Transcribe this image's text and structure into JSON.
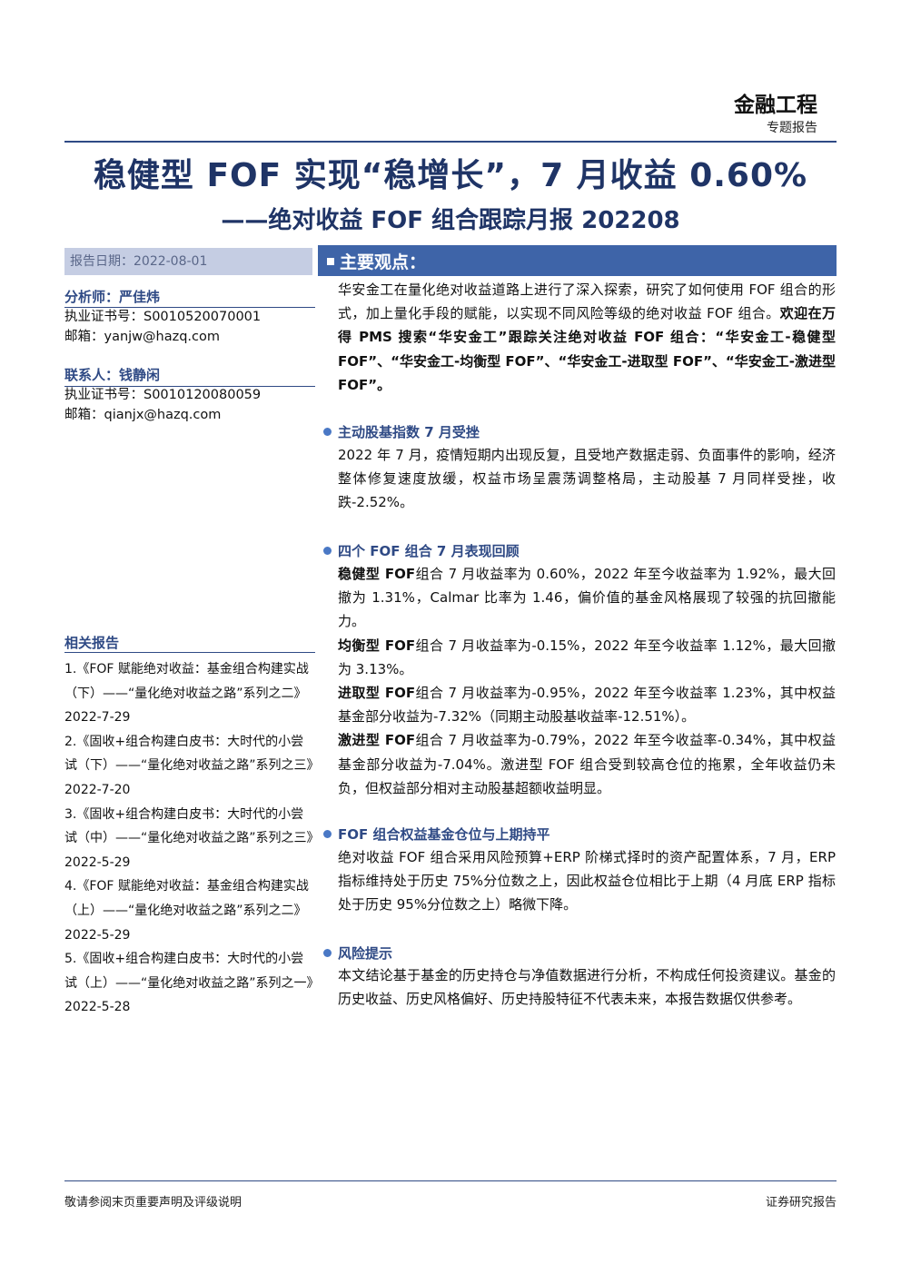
{
  "header": {
    "category": "金融工程",
    "report_type": "专题报告"
  },
  "title": "稳健型 FOF 实现“稳增长”，7 月收益 0.60%",
  "subtitle": "——绝对收益 FOF 组合跟踪月报 202208",
  "sidebar": {
    "date": "报告日期：2022-08-01",
    "analyst": {
      "label": "分析师：严佳炜",
      "license": "执业证书号：S0010520070001",
      "email": "邮箱：yanjw@hazq.com"
    },
    "contact": {
      "label": "联系人：钱静闲",
      "license": "执业证书号：S0010120080059",
      "email": "邮箱：qianjx@hazq.com"
    },
    "related_title": "相关报告",
    "related": [
      "1.《FOF 赋能绝对收益：基金组合构建实战（下）——“量化绝对收益之路”系列之二》2022-7-29",
      "2.《固收+组合构建白皮书：大时代的小尝试（下）——“量化绝对收益之路”系列之三》2022-7-20",
      "3.《固收+组合构建白皮书：大时代的小尝试（中）——“量化绝对收益之路”系列之三》2022-5-29",
      "4.《FOF 赋能绝对收益：基金组合构建实战（上）——“量化绝对收益之路”系列之二》2022-5-29",
      "5.《固收+组合构建白皮书：大时代的小尝试（上）——“量化绝对收益之路”系列之一》2022-5-28"
    ]
  },
  "main": {
    "heading": "主要观点：",
    "intro_plain": "华安金工在量化绝对收益道路上进行了深入探索，研究了如何使用 FOF 组合的形式，加上量化手段的赋能，以实现不同风险等级的绝对收益 FOF 组合。",
    "intro_bold": "欢迎在万得 PMS 搜索“华安金工”跟踪关注绝对收益 FOF 组合：“华安金工-稳健型 FOF”、“华安金工-均衡型 FOF”、“华安金工-进取型 FOF”、“华安金工-激进型 FOF”。",
    "sec1": {
      "title": "主动股基指数 7 月受挫",
      "body": "2022 年 7 月，疫情短期内出现反复，且受地产数据走弱、负面事件的影响，经济整体修复速度放缓，权益市场呈震荡调整格局，主动股基 7 月同样受挫，收跌-2.52%。"
    },
    "sec2": {
      "title": "四个 FOF 组合 7 月表现回顾",
      "items": [
        {
          "lead": "稳健型 FOF",
          "text": "组合 7 月收益率为 0.60%，2022 年至今收益率为 1.92%，最大回撤为 1.31%，Calmar 比率为 1.46，偏价值的基金风格展现了较强的抗回撤能力。"
        },
        {
          "lead": "均衡型 FOF",
          "text": "组合 7 月收益率为-0.15%，2022 年至今收益率 1.12%，最大回撤为 3.13%。"
        },
        {
          "lead": "进取型 FOF",
          "text": "组合 7 月收益率为-0.95%，2022 年至今收益率 1.23%，其中权益基金部分收益为-7.32%（同期主动股基收益率-12.51%）。"
        },
        {
          "lead": "激进型 FOF",
          "text": "组合 7 月收益率为-0.79%，2022 年至今收益率-0.34%，其中权益基金部分收益为-7.04%。激进型 FOF 组合受到较高仓位的拖累，全年收益仍未负，但权益部分相对主动股基超额收益明显。"
        }
      ]
    },
    "sec3": {
      "title": "FOF 组合权益基金仓位与上期持平",
      "body": "绝对收益 FOF 组合采用风险预算+ERP 阶梯式择时的资产配置体系，7 月，ERP 指标维持处于历史 75%分位数之上，因此权益仓位相比于上期（4 月底 ERP 指标处于历史 95%分位数之上）略微下降。"
    },
    "sec4": {
      "title": "风险提示",
      "body": "本文结论基于基金的历史持仓与净值数据进行分析，不构成任何投资建议。基金的历史收益、历史风格偏好、历史持股特征不代表未来，本报告数据仅供参考。"
    }
  },
  "footer": {
    "left": "敬请参阅末页重要声明及评级说明",
    "right": "证券研究报告"
  },
  "colors": {
    "navy": "#1f3466",
    "accent_blue": "#3e64a8",
    "date_bar": "#c5cde3",
    "bullet": "#4a78c5"
  }
}
